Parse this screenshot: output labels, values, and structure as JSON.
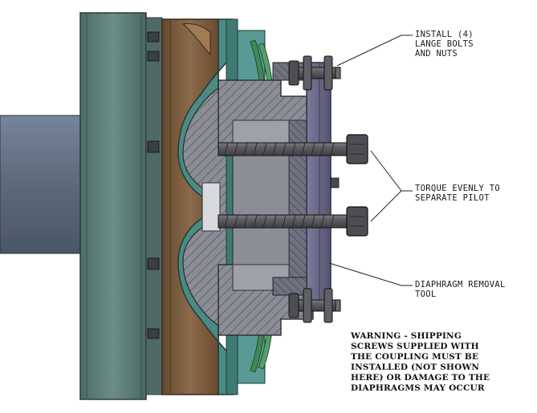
{
  "callouts": {
    "install": [
      "INSTALL (4)",
      "LANGE BOLTS",
      "AND NUTS"
    ],
    "torque": [
      "TORQUE EVENLY TO",
      "SEPARATE PILOT"
    ],
    "removal": [
      "DIAPHRAGM REMOVAL",
      "TOOL"
    ]
  },
  "warning": [
    "WARNING - SHIPPING",
    "SCREWS SUPPLIED WITH",
    "THE COUPLING MUST BE",
    "INSTALLED (NOT SHOWN",
    "HERE) OR DAMAGE TO THE",
    "DIAPHRAGMS MAY OCCUR"
  ],
  "colors": {
    "shaft": "#5c6a7b",
    "hub_flange": "#587a76",
    "spacer_brown": "#7a5a3c",
    "body_gray": "#8b8e96",
    "diaphragm_green": "#3f8a55",
    "tool_purple": "#6d6c8e",
    "bolt": "#5d5d62",
    "leader": "#222222"
  }
}
